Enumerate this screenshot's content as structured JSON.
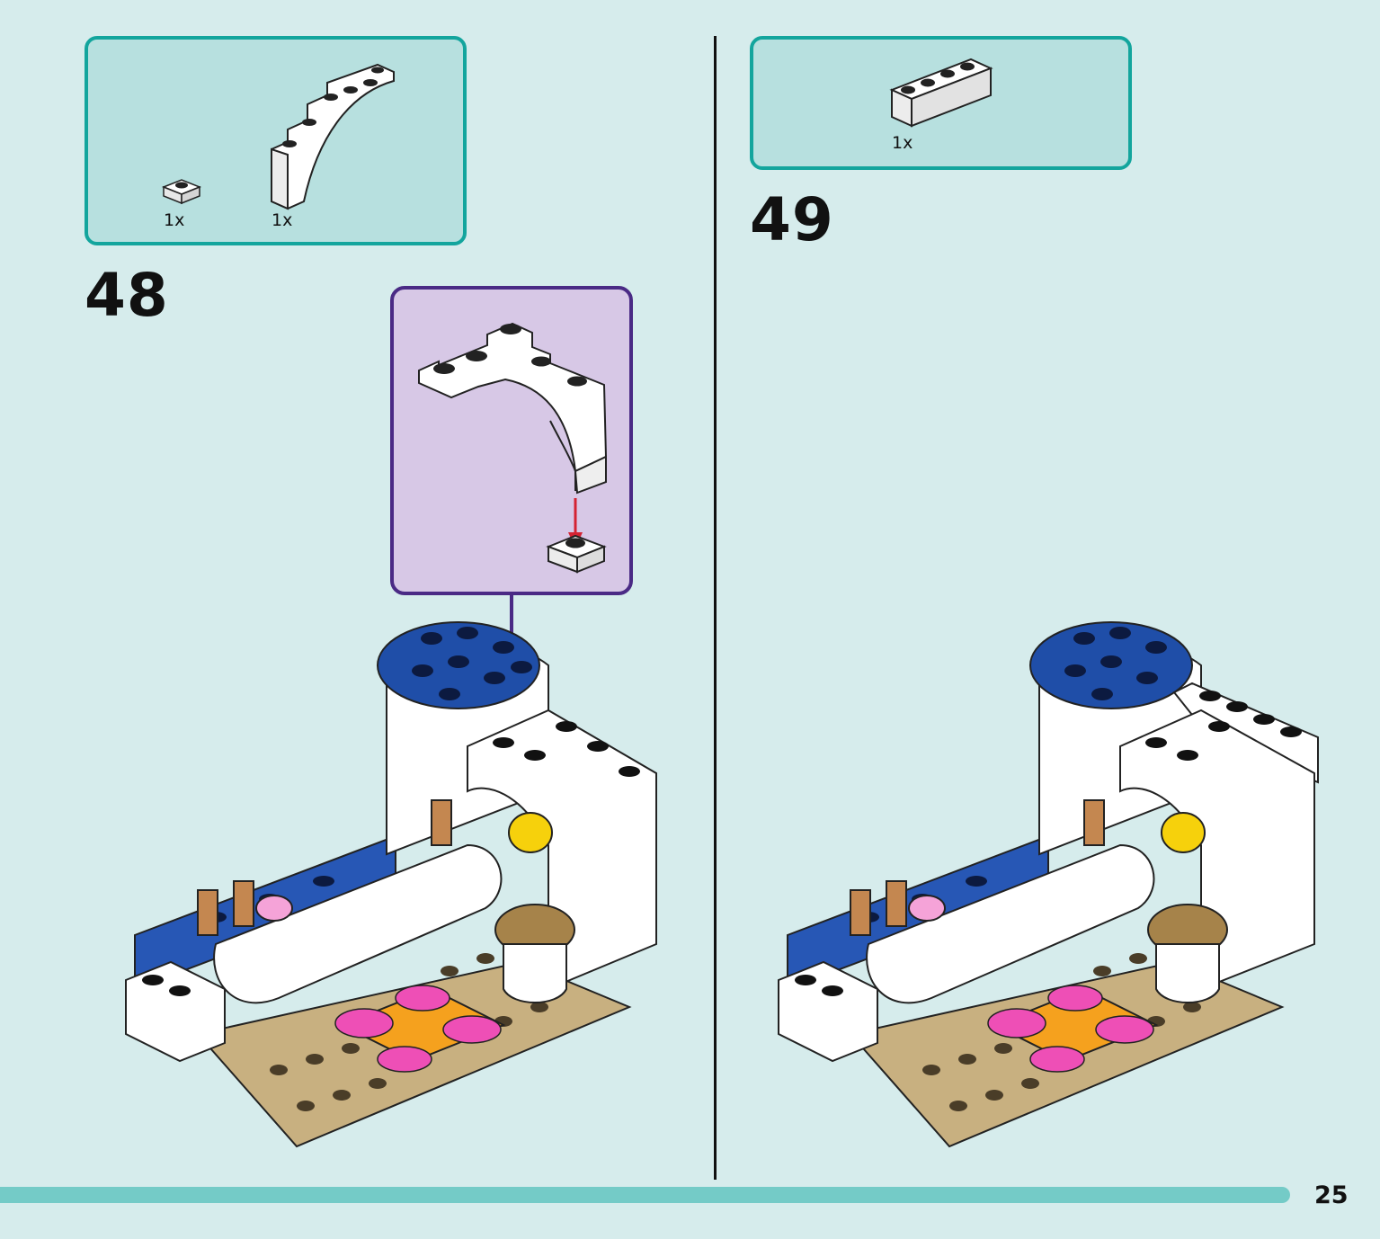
{
  "steps": [
    {
      "number": "48",
      "parts": [
        {
          "qty": "1x",
          "piece": "plate-1x1-icon"
        },
        {
          "qty": "1x",
          "piece": "arch-1x5x4-icon"
        }
      ]
    },
    {
      "number": "49",
      "parts": [
        {
          "qty": "1x",
          "piece": "brick-1x4-icon"
        }
      ]
    }
  ],
  "page_number": "25",
  "colors": {
    "page_bg": "#d6ecec",
    "parts_border": "#13a59d",
    "parts_fill": "#b7e0df",
    "callout_border": "#4a2a85",
    "callout_fill": "#d7c8e6",
    "arrow_red": "#d42333",
    "progress": "#74cbc7"
  }
}
